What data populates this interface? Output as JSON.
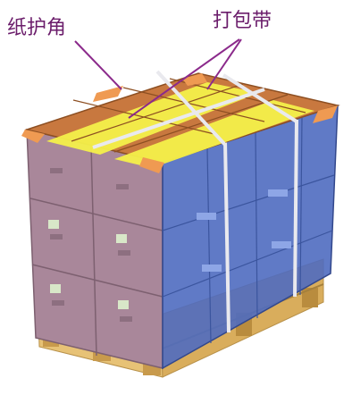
{
  "labels": {
    "corner_protector": "纸护角",
    "strapping_band": "打包带"
  },
  "colors": {
    "label_text": "#6b1d6b",
    "leader_line": "#8b2a8b",
    "box_top": "#c8783f",
    "box_front": "#a9879a",
    "wrap_side": "#4f6cc0",
    "pallet_wood": "#e7c276",
    "highlight_stripe": "#f4f04a",
    "strap": "#e9e9ee"
  },
  "icons": {
    "pallet": "wooden-pallet",
    "carton_stack": "carton-stack",
    "stretch_wrap": "stretch-film",
    "corner_protector": "paper-corner-protector",
    "strap": "packing-strap"
  }
}
